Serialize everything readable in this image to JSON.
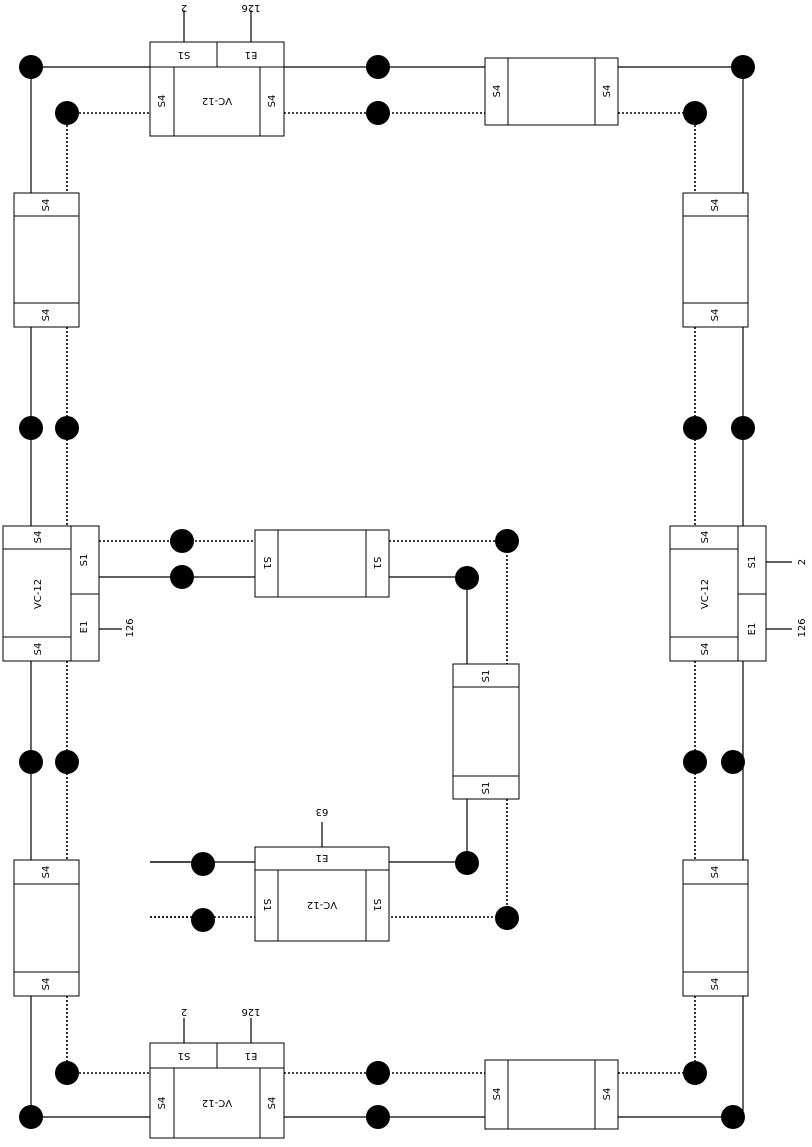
{
  "labels": {
    "vc": "VC-12",
    "s1": "S1",
    "s4": "S4",
    "e1": "E1",
    "n2": "2",
    "n126": "126",
    "n63": "63"
  },
  "icons": {
    "connection_point": "cross-connect-arrow-icon"
  }
}
